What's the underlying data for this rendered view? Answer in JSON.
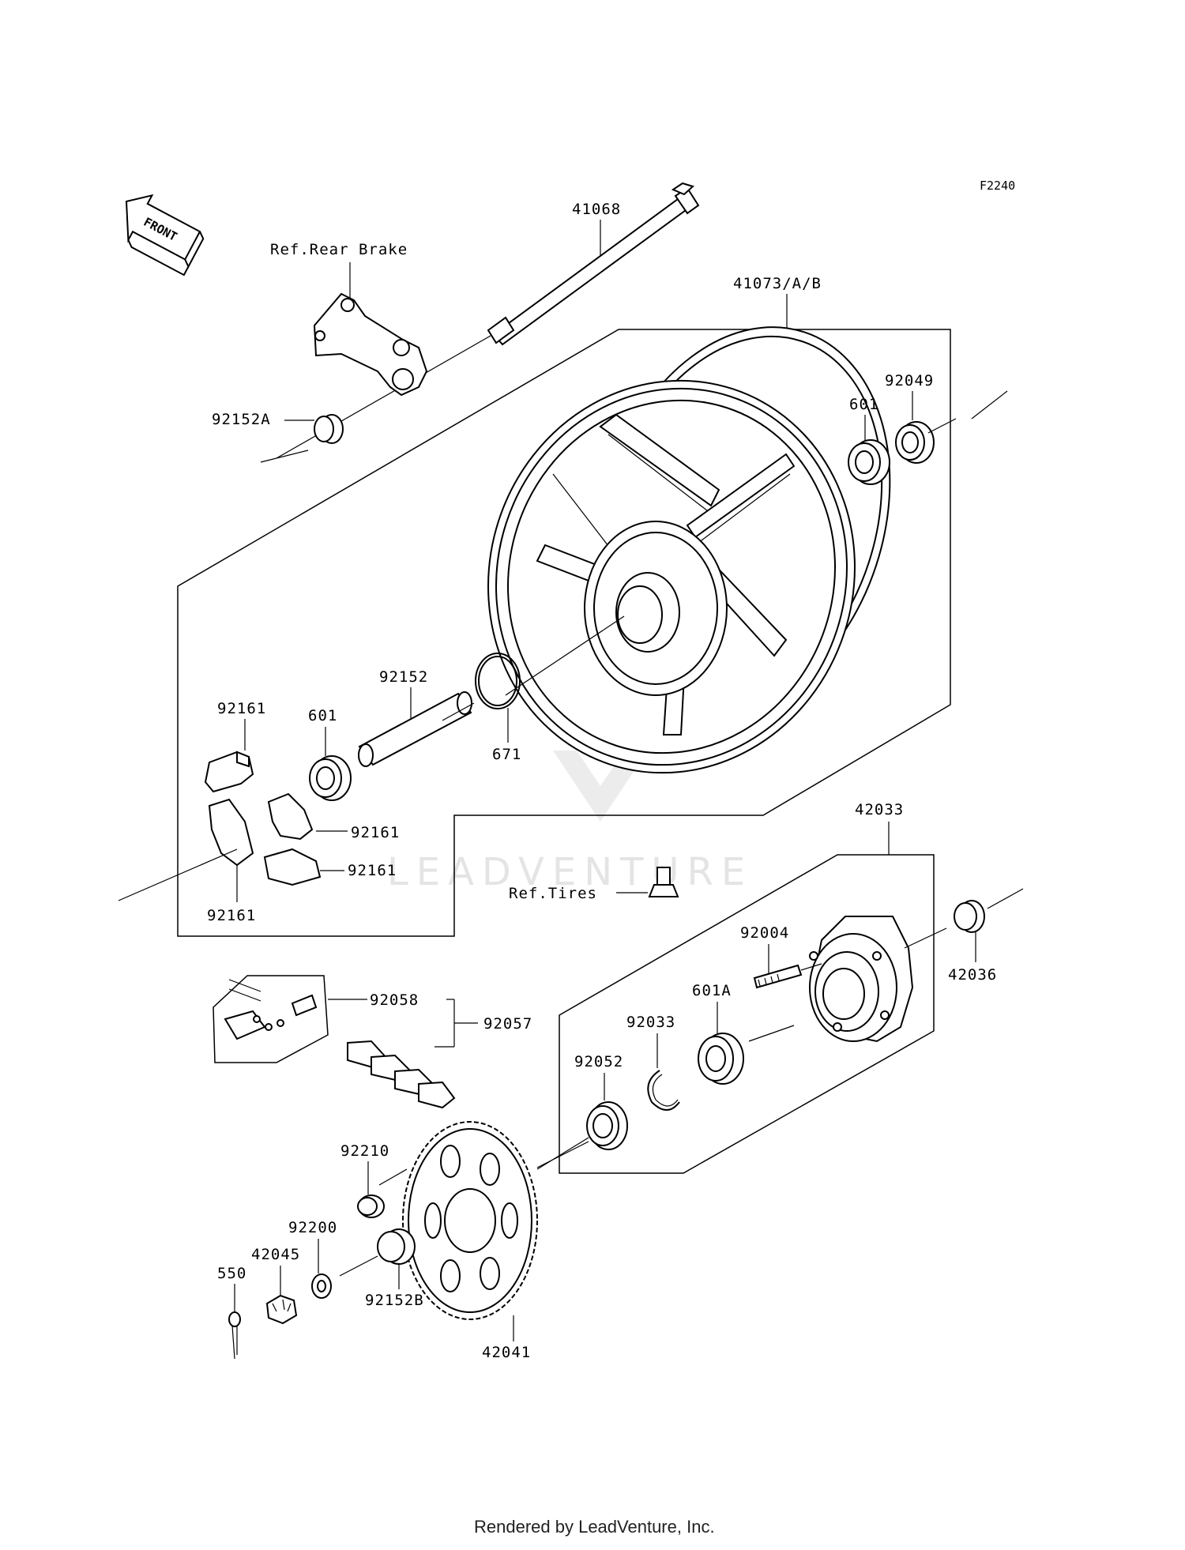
{
  "diagram_code": "F2240",
  "front_arrow_label": "FRONT",
  "watermark": "LEADVENTURE",
  "footer": "Rendered by LeadVenture, Inc.",
  "references": {
    "rear_brake": "Ref.Rear Brake",
    "tires": "Ref.Tires"
  },
  "parts": {
    "p41068": "41068",
    "p41073": "41073/A/B",
    "p92049": "92049",
    "p601_upper": "601",
    "p92152A": "92152A",
    "p92152": "92152",
    "p671": "671",
    "p601_lower": "601",
    "p92161_a": "92161",
    "p92161_b": "92161",
    "p92161_c": "92161",
    "p92161_d": "92161",
    "p42033": "42033",
    "p42036": "42036",
    "p92004": "92004",
    "p601A": "601A",
    "p92033": "92033",
    "p92052": "92052",
    "p92058": "92058",
    "p92057": "92057",
    "p92210": "92210",
    "p92200": "92200",
    "p42045": "42045",
    "p550": "550",
    "p92152B": "92152B",
    "p42041": "42041"
  }
}
